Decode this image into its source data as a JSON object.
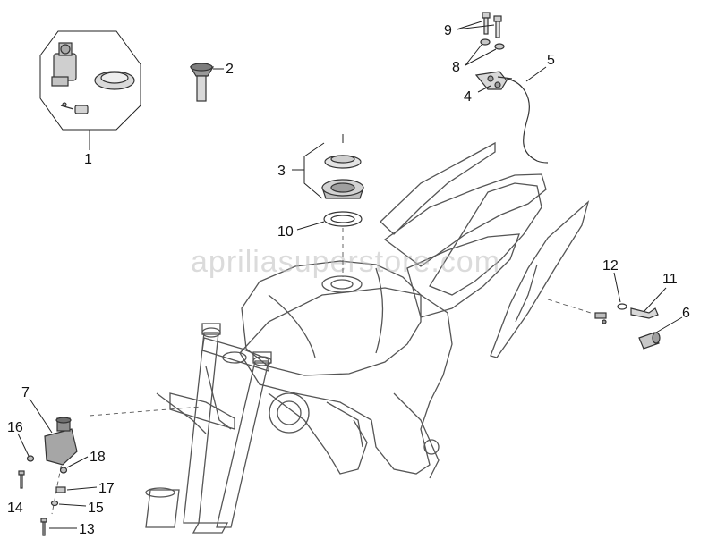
{
  "watermark": "apriliasuperstore.com",
  "callouts": {
    "c1": "1",
    "c2": "2",
    "c3": "3",
    "c4": "4",
    "c5": "5",
    "c6": "6",
    "c7": "7",
    "c8": "8",
    "c9": "9",
    "c10": "10",
    "c11": "11",
    "c12": "12",
    "c13": "13",
    "c14": "14",
    "c15": "15",
    "c16": "16",
    "c17": "17",
    "c18": "18"
  }
}
